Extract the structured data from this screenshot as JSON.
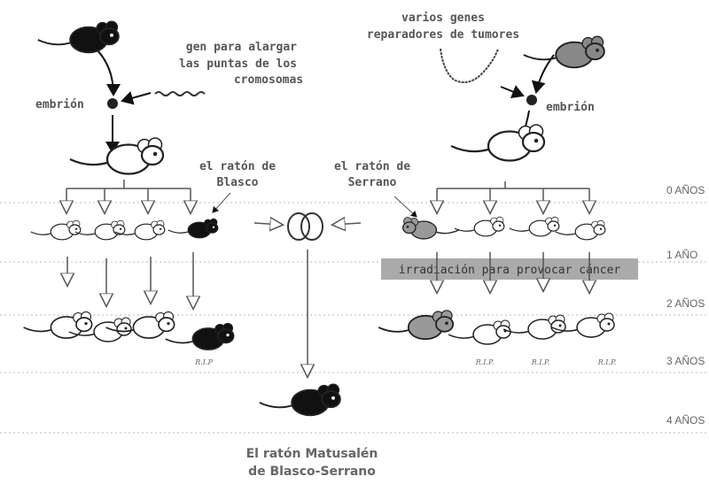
{
  "left": {
    "gene_label": [
      "gen para alargar",
      "las puntas de los",
      "cromosomas"
    ],
    "embryo_label": "embrión",
    "mouse_label": [
      "el ratón de",
      "Blasco"
    ],
    "rip": "R.I.P"
  },
  "right": {
    "gene_label": [
      "varios genes",
      "reparadores de tumores"
    ],
    "embryo_label": "embrión",
    "mouse_label": [
      "el ratón de",
      "Serrano"
    ],
    "irradiation": "irradiación para provocar cáncer",
    "rip": [
      "R.I.P.",
      "R.I.P.",
      "R.I.P."
    ]
  },
  "result": [
    "El ratón Matusalén",
    "de Blasco-Serrano"
  ],
  "timeline": [
    "0 AÑOS",
    "1 AÑO",
    "2 AÑOS",
    "3 AÑOS",
    "4 AÑOS"
  ],
  "colors": {
    "text": "#555555",
    "box": "#aaaaaa",
    "grid": "#bbbbbb"
  }
}
